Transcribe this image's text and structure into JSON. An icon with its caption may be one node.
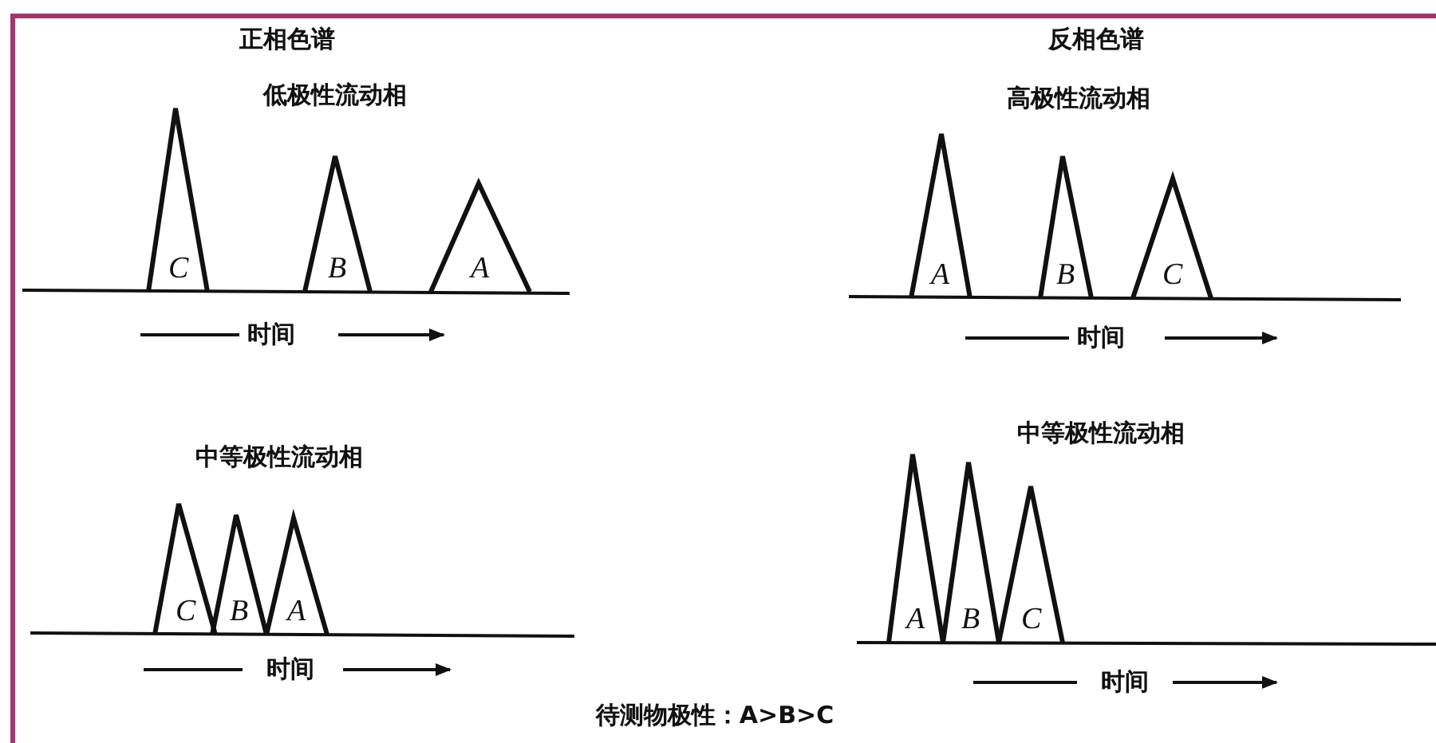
{
  "diagram": {
    "nodes": [
      {
        "text": [
          "C"
        ]
      },
      {
        "text": [
          "B"
        ]
      },
      {
        "text": [
          "A"
        ]
      },
      {
        "text": [
          "A"
        ]
      },
      {
        "text": [
          "B"
        ]
      },
      {
        "text": [
          "C"
        ]
      },
      {
        "text": [
          "C"
        ]
      },
      {
        "text": [
          "B"
        ]
      },
      {
        "text": [
          "A"
        ]
      },
      {
        "text": [
          "A"
        ]
      },
      {
        "text": [
          "B"
        ]
      },
      {
        "text": [
          "C"
        ]
      }
    ],
    "edges": [],
    "labels": [
      "正相色谱",
      "反相色谱",
      "低极性流动相",
      "高极性流动相",
      "时间",
      "时间",
      "中等极性流动相",
      "中等极性流动相",
      "时间",
      "时间",
      "待测物极性：A>B>C"
    ]
  }
}
